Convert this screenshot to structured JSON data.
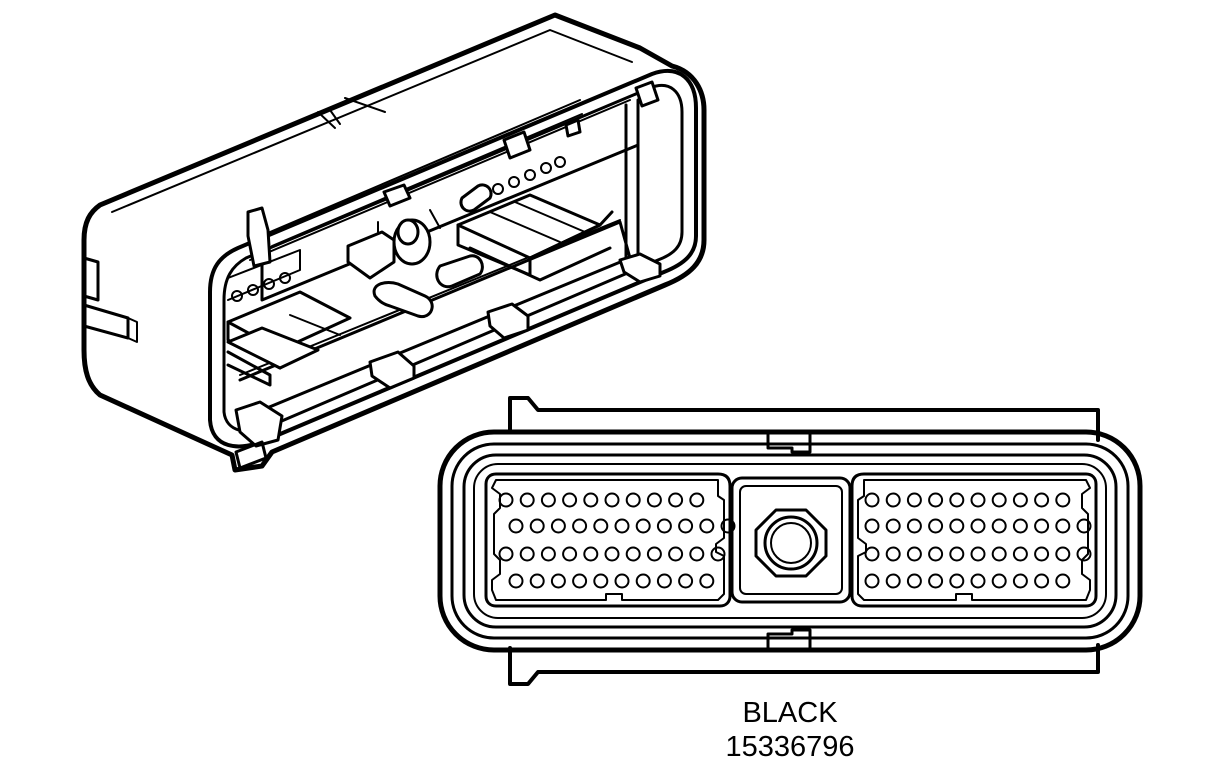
{
  "connector": {
    "color": "BLACK",
    "part_number": "15336796"
  },
  "colors": {
    "line": "#000000",
    "background": "#ffffff"
  },
  "face_view": {
    "left_block": {
      "rows": [
        10,
        11,
        11,
        10
      ]
    },
    "right_block": {
      "rows": [
        10,
        11,
        11,
        10
      ]
    }
  }
}
